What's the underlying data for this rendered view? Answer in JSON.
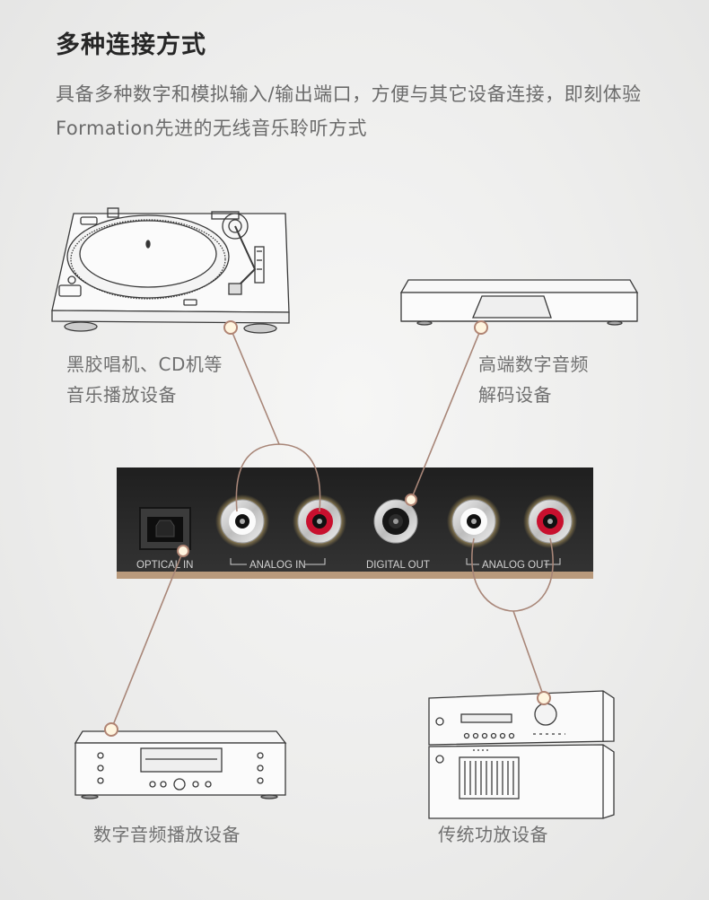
{
  "title": "多种连接方式",
  "description": "具备多种数字和模拟输入/输出端口，方便与其它设备连接，即刻体验Formation先进的无线音乐聆听方式",
  "devices": {
    "turntable": {
      "icon": "turntable-icon",
      "label_line1": "黑胶唱机、CD机等",
      "label_line2": "音乐播放设备"
    },
    "dac": {
      "icon": "dac-icon",
      "label_line1": "高端数字音频",
      "label_line2": "解码设备"
    },
    "cd_player": {
      "icon": "cd-player-icon",
      "label": "数字音频播放设备"
    },
    "amplifier": {
      "icon": "amplifier-icon",
      "label": "传统功放设备"
    }
  },
  "panel": {
    "optical_in": "OPTICAL IN",
    "analog_in": "ANALOG IN",
    "digital_out": "DIGITAL OUT",
    "analog_out": "ANALOG OUT"
  },
  "colors": {
    "line": "#a88678",
    "panel": "#2a2a2a",
    "rca_red": "#c8102e",
    "text_title": "#262626",
    "text_body": "#6b6b6b"
  }
}
